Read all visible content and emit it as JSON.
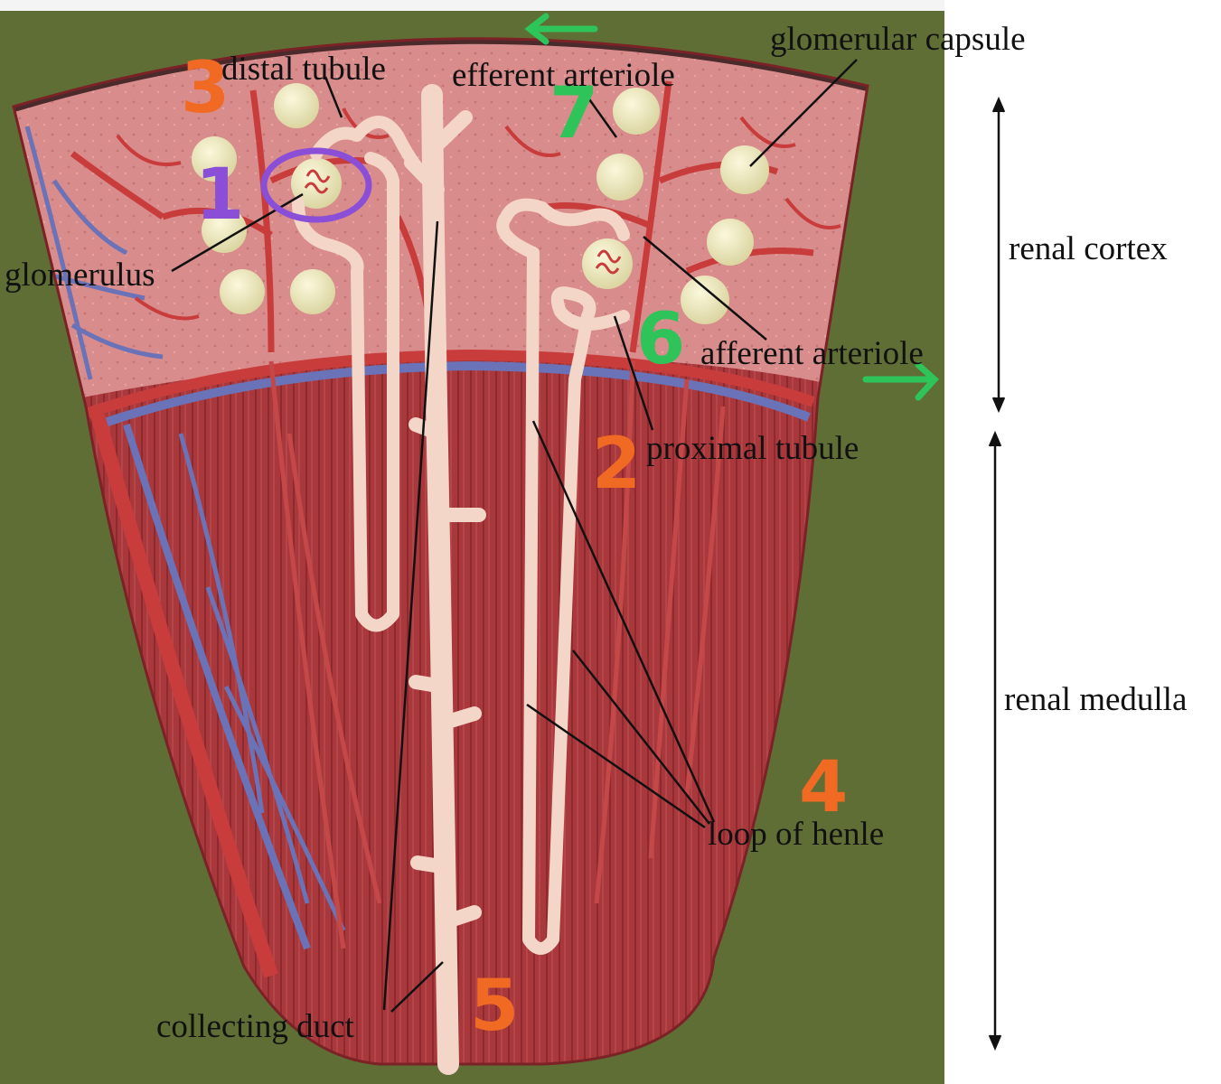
{
  "labels": {
    "distal_tubule": "distal tubule",
    "efferent_arteriole": "efferent arteriole",
    "glomerular_capsule": "glomerular capsule",
    "glomerulus": "glomerulus",
    "afferent_arteriole": "afferent arteriole",
    "proximal_tubule": "proximal tubule",
    "loop_of_henle": "loop of henle",
    "collecting_duct": "collecting duct"
  },
  "regions": {
    "renal_cortex": "renal cortex",
    "renal_medulla": "renal medulla"
  },
  "annotations": {
    "num_1": "1",
    "num_2": "2",
    "num_3": "3",
    "num_4": "4",
    "num_5": "5",
    "num_6": "6",
    "num_7": "7"
  },
  "colors": {
    "background_green": "#5e6e35",
    "cortex": "#d98c8c",
    "medulla": "#a8383c",
    "artery_red": "#c93c3c",
    "vein_blue": "#6a72b8",
    "tubule": "#f3d6c8",
    "capsule": "#eeeac4",
    "annotation_orange": "#f06a24",
    "annotation_green": "#2ec45a",
    "annotation_purple": "#8a4fd6"
  }
}
